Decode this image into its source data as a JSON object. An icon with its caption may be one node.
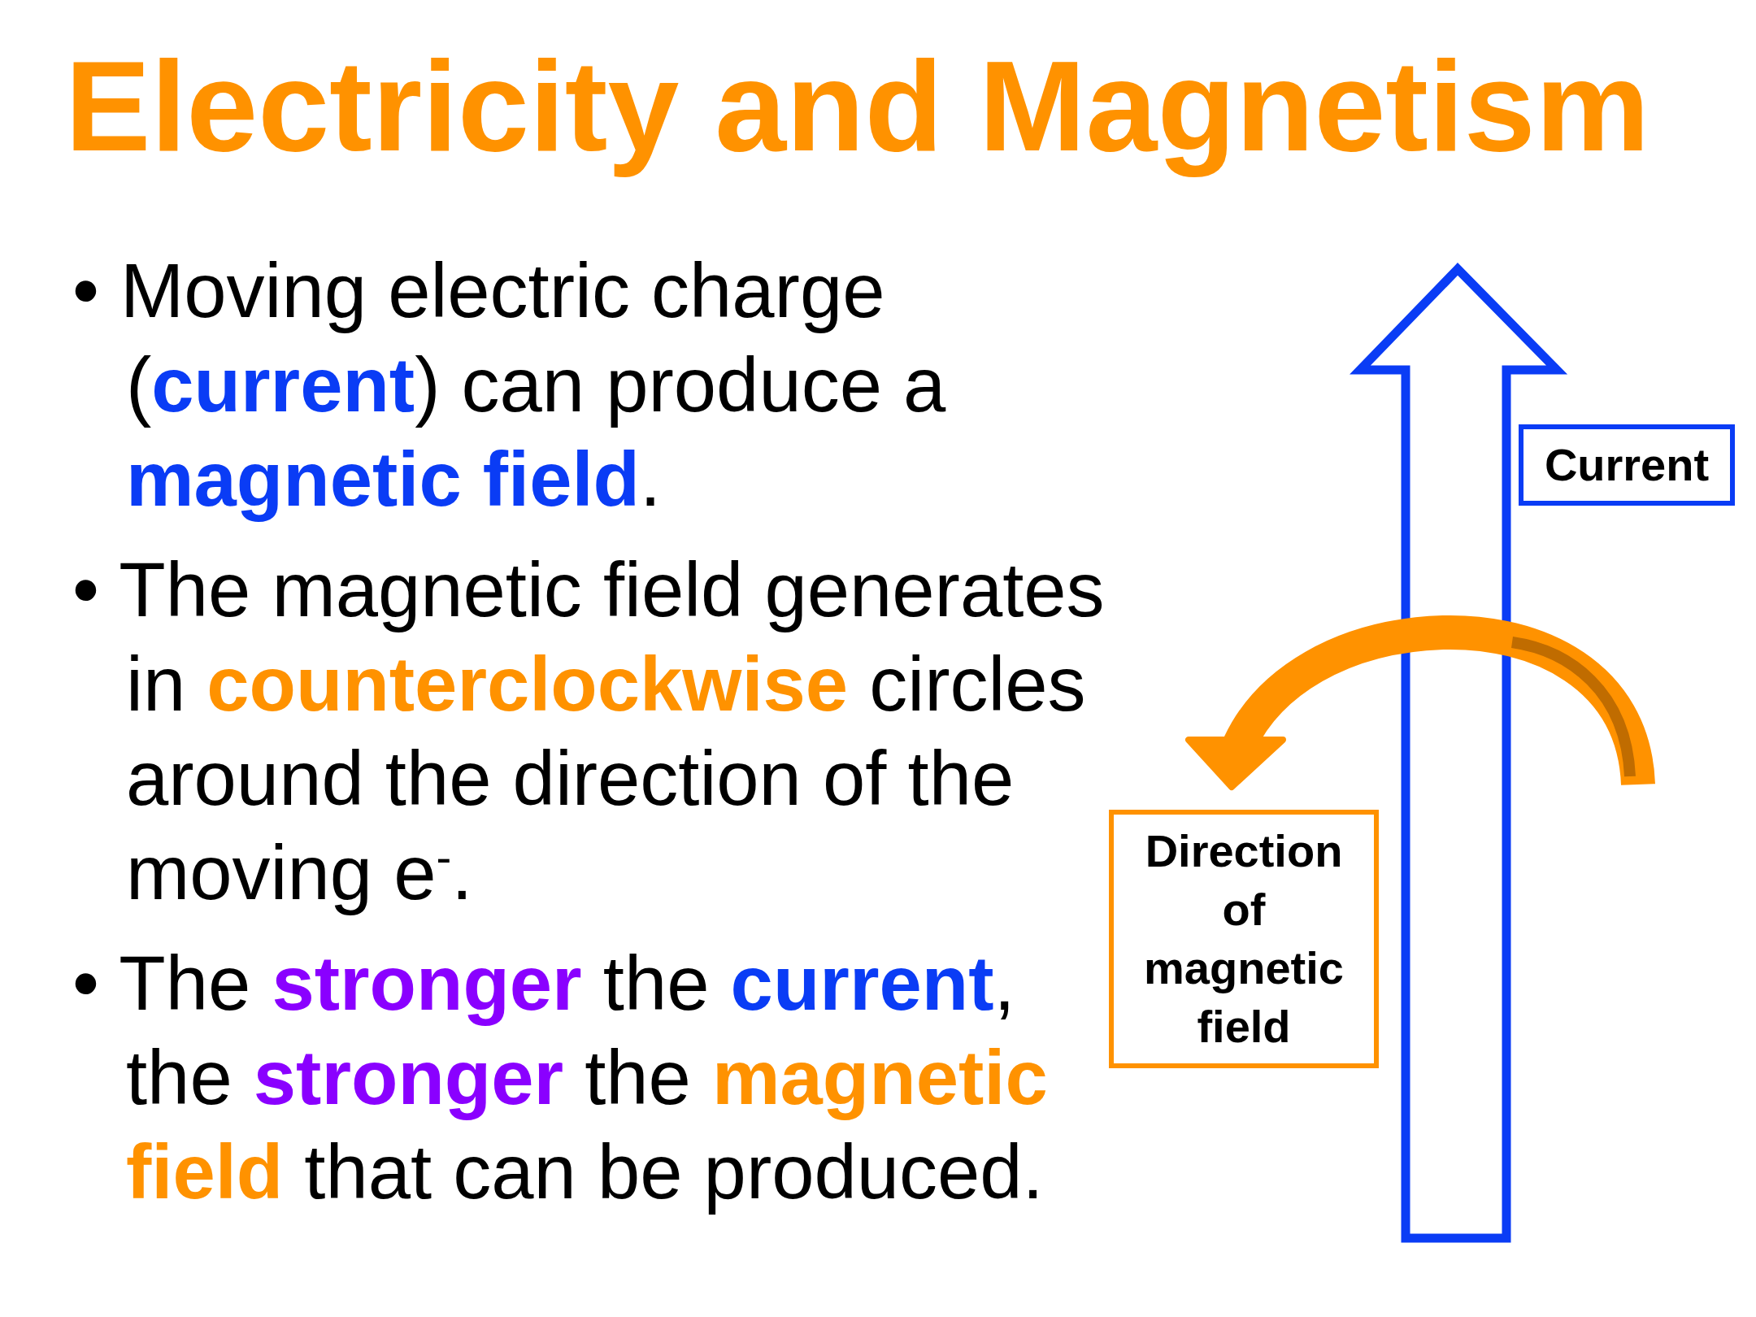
{
  "diagram": {
    "title": "Electricity and Magnetism",
    "nodes": [
      {
        "text": [
          "Current"
        ]
      },
      {
        "text": [
          "Direction of magnetic field"
        ]
      }
    ],
    "labels": [
      "• Moving electric charge (**current**) can produce a **magnetic field**.",
      "• The magnetic field generates in **counterclockwise** circles around the direction of the moving e$^{-}$.",
      "• The **stronger** the **current**, the **stronger** the **magnetic field** that can be produced."
    ]
  }
}
